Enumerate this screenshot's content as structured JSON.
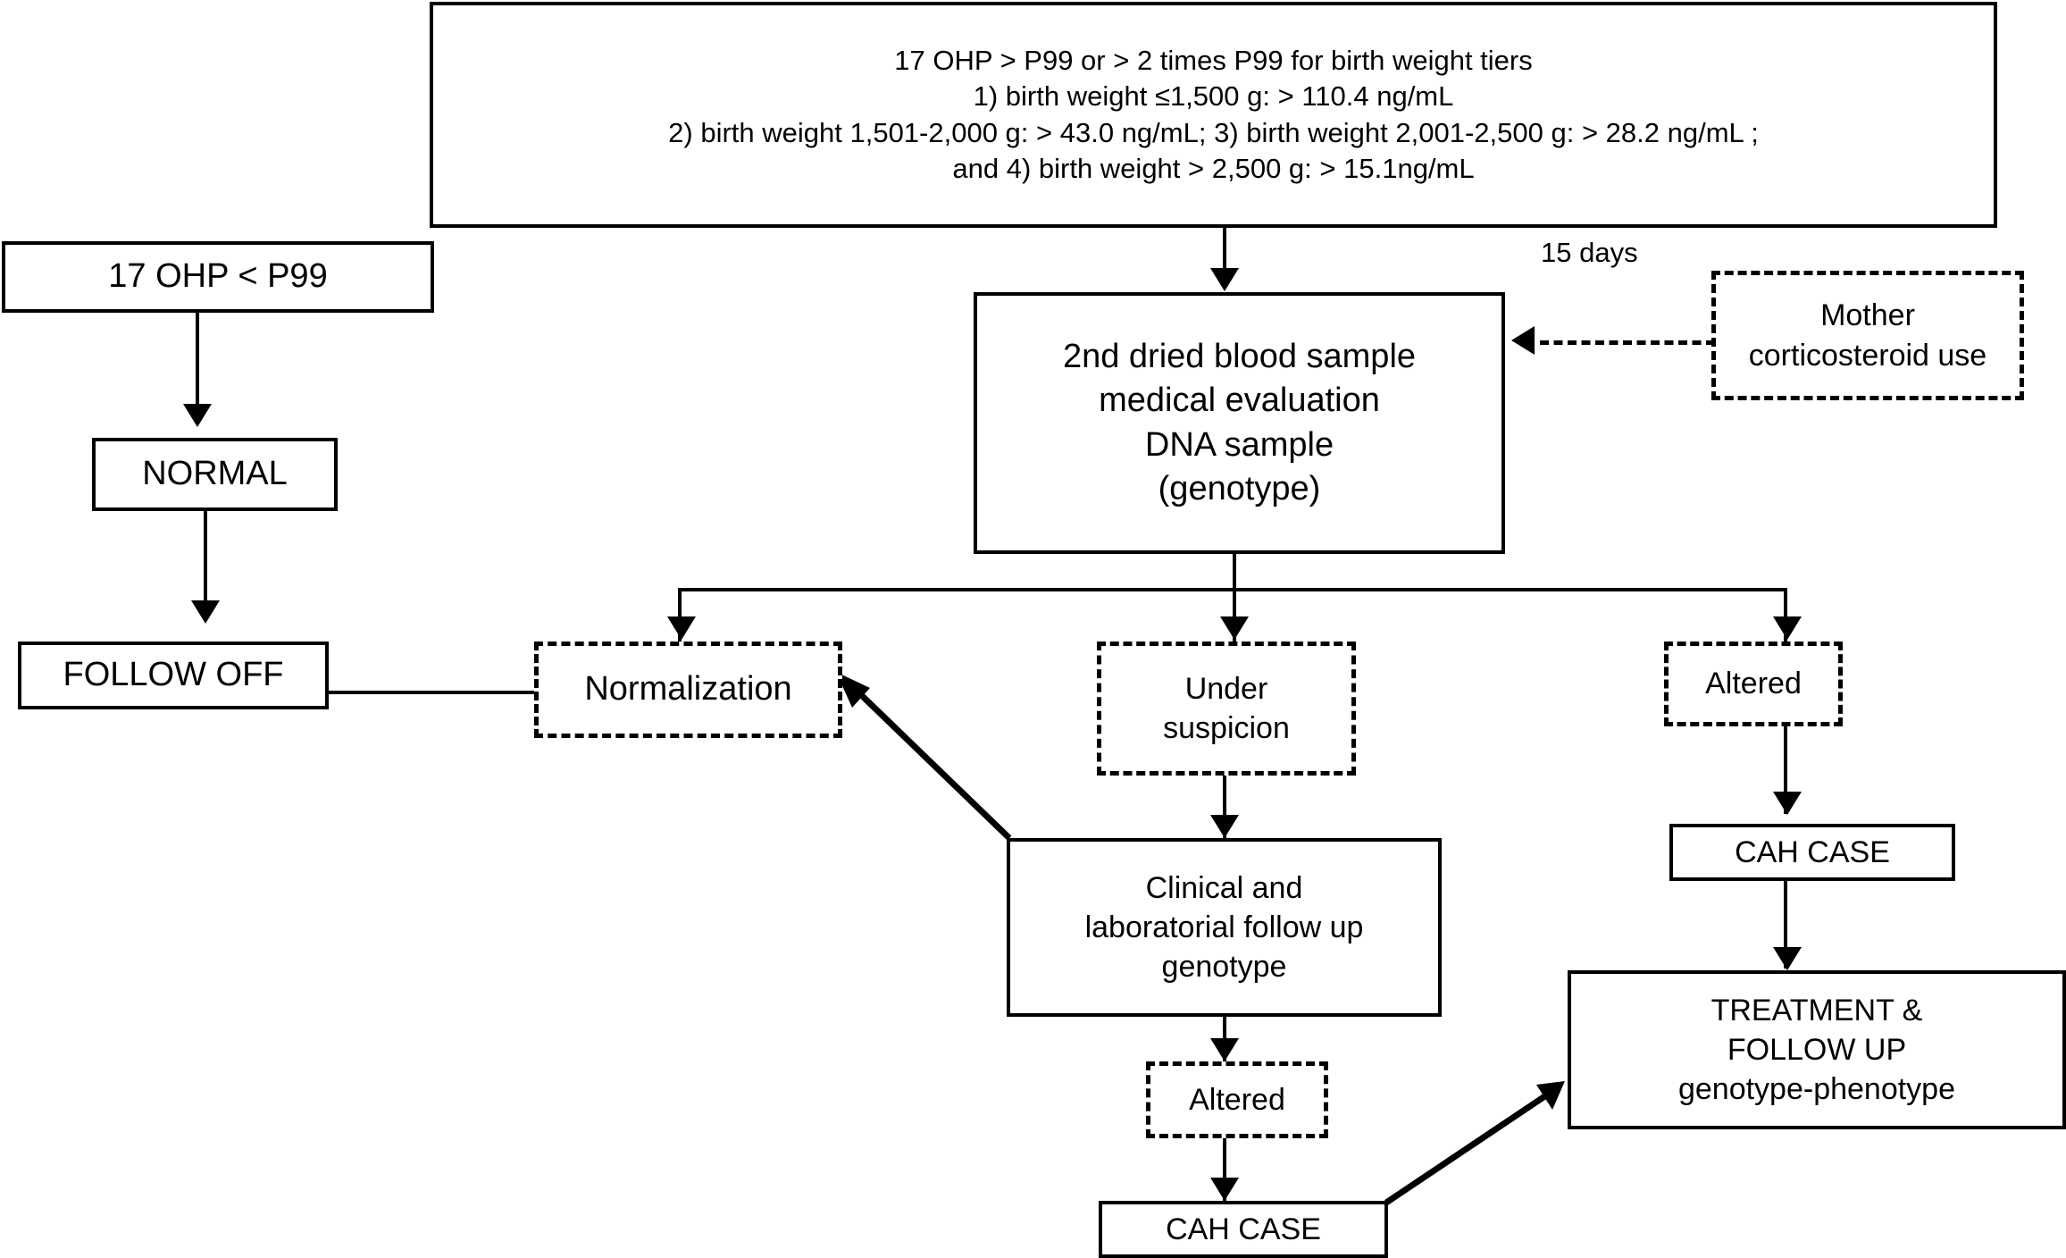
{
  "diagram": {
    "title": "Newborn screening flowchart for 17 OHP / CAH",
    "nodes": {
      "criteria": {
        "id": "criteria-box",
        "style": "solid",
        "lines": [
          "17 OHP > P99 or > 2 times P99 for birth weight tiers",
          "1) birth weight ≤1,500 g: > 110.4 ng/mL",
          "2)  birth weight 1,501-2,000 g: > 43.0 ng/mL; 3) birth weight 2,001-2,500 g: > 28.2 ng/mL ;",
          "and 4) birth weight > 2,500 g: > 15.1ng/mL"
        ]
      },
      "ohp_less": {
        "id": "ohp-less-p99",
        "style": "solid",
        "lines": [
          "17 OHP < P99"
        ]
      },
      "normal": {
        "id": "normal",
        "style": "solid",
        "lines": [
          "NORMAL"
        ]
      },
      "follow_off": {
        "id": "follow-off",
        "style": "solid",
        "lines": [
          "FOLLOW OFF"
        ]
      },
      "second_sample": {
        "id": "second-dried-blood-sample",
        "style": "solid",
        "lines": [
          "2nd dried blood sample",
          "medical evaluation",
          "DNA sample",
          "(genotype)"
        ]
      },
      "mother": {
        "id": "mother-corticosteroid-use",
        "style": "dashed",
        "lines": [
          "Mother",
          "corticosteroid use"
        ]
      },
      "normalization": {
        "id": "normalization",
        "style": "dashed",
        "lines": [
          "Normalization"
        ]
      },
      "under_suspicion": {
        "id": "under-suspicion",
        "style": "dashed",
        "lines": [
          "Under",
          "suspicion"
        ]
      },
      "altered_right": {
        "id": "altered-right",
        "style": "dashed",
        "lines": [
          "Altered"
        ]
      },
      "cah_case_right": {
        "id": "cah-case-right",
        "style": "solid",
        "lines": [
          "CAH CASE"
        ]
      },
      "clinical_followup": {
        "id": "clinical-laboratorial-follow-up",
        "style": "solid",
        "lines": [
          "Clinical and",
          "laboratorial follow up",
          "genotype"
        ]
      },
      "altered_bottom": {
        "id": "altered-bottom",
        "style": "dashed",
        "lines": [
          "Altered"
        ]
      },
      "cah_case_bottom": {
        "id": "cah-case-bottom",
        "style": "solid",
        "lines": [
          "CAH CASE"
        ]
      },
      "treatment": {
        "id": "treatment-follow-up",
        "style": "solid",
        "lines": [
          "TREATMENT &",
          "FOLLOW UP",
          "genotype-phenotype"
        ]
      }
    },
    "edge_labels": {
      "mother_delay": "15 days"
    },
    "colors": {
      "stroke": "#000000",
      "background": "#ffffff",
      "text": "#000000"
    }
  }
}
